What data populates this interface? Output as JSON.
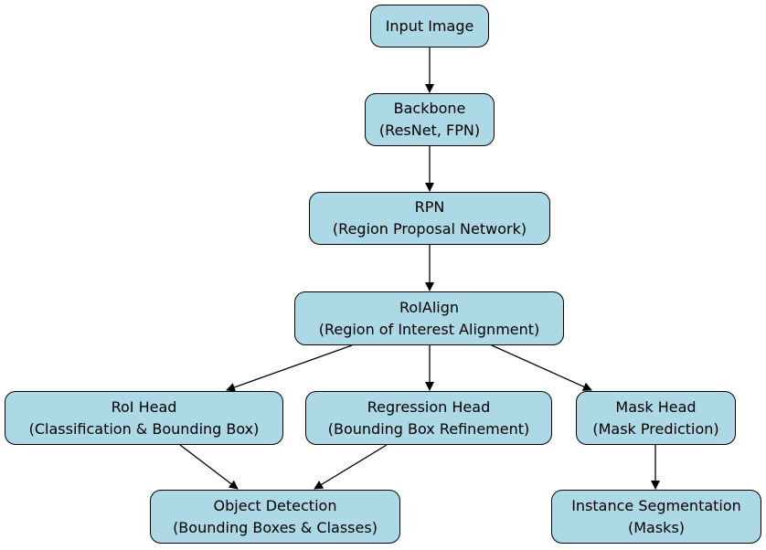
{
  "diagram": {
    "colors": {
      "node_fill": "#add8e6",
      "node_border": "#000000",
      "edge": "#000000",
      "text": "#000000"
    },
    "nodes": {
      "input": {
        "line1": "Input Image"
      },
      "backbone": {
        "line1": "Backbone",
        "line2": "(ResNet, FPN)"
      },
      "rpn": {
        "line1": "RPN",
        "line2": "(Region Proposal Network)"
      },
      "roialign": {
        "line1": "RoIAlign",
        "line2": "(Region of Interest Alignment)"
      },
      "roihead": {
        "line1": "RoI Head",
        "line2": "(Classification & Bounding Box)"
      },
      "reghead": {
        "line1": "Regression Head",
        "line2": "(Bounding Box Refinement)"
      },
      "maskhead": {
        "line1": "Mask Head",
        "line2": "(Mask Prediction)"
      },
      "objdet": {
        "line1": "Object Detection",
        "line2": "(Bounding Boxes & Classes)"
      },
      "instseg": {
        "line1": "Instance Segmentation",
        "line2": "(Masks)"
      }
    },
    "edges": [
      {
        "from": "input",
        "to": "backbone"
      },
      {
        "from": "backbone",
        "to": "rpn"
      },
      {
        "from": "rpn",
        "to": "roialign"
      },
      {
        "from": "roialign",
        "to": "roihead"
      },
      {
        "from": "roialign",
        "to": "reghead"
      },
      {
        "from": "roialign",
        "to": "maskhead"
      },
      {
        "from": "roihead",
        "to": "objdet"
      },
      {
        "from": "reghead",
        "to": "objdet"
      },
      {
        "from": "maskhead",
        "to": "instseg"
      }
    ]
  }
}
